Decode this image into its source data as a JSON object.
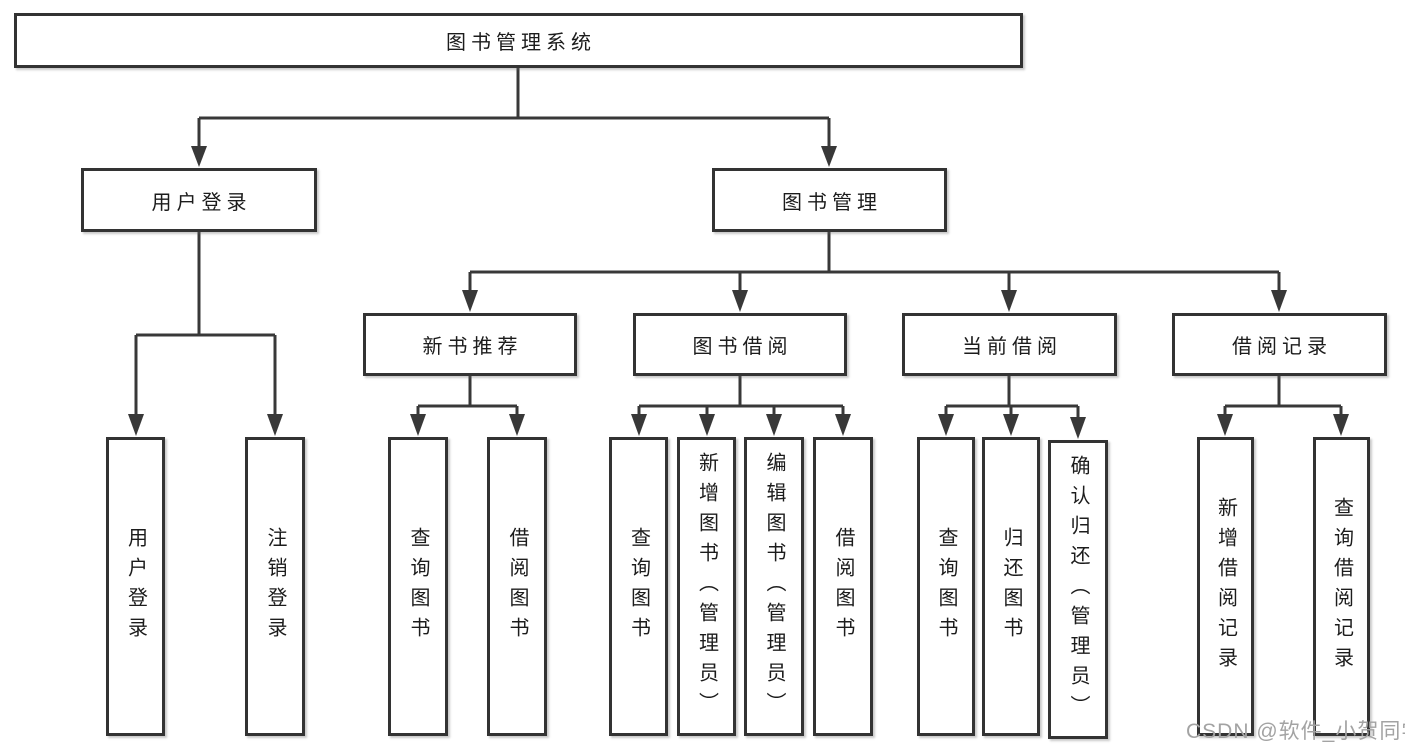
{
  "tree": {
    "label": "图书管理系统",
    "children": [
      {
        "label": "用户登录",
        "children": [
          {
            "label": "用户登录"
          },
          {
            "label": "注销登录"
          }
        ]
      },
      {
        "label": "图书管理",
        "children": [
          {
            "label": "新书推荐",
            "children": [
              {
                "label": "查询图书"
              },
              {
                "label": "借阅图书"
              }
            ]
          },
          {
            "label": "图书借阅",
            "children": [
              {
                "label": "查询图书"
              },
              {
                "label": "新增图书（管理员）"
              },
              {
                "label": "编辑图书（管理员）"
              },
              {
                "label": "借阅图书"
              }
            ]
          },
          {
            "label": "当前借阅",
            "children": [
              {
                "label": "查询图书"
              },
              {
                "label": "归还图书"
              },
              {
                "label": "确认归还（管理员）"
              }
            ]
          },
          {
            "label": "借阅记录",
            "children": [
              {
                "label": "新增借阅记录"
              },
              {
                "label": "查询借阅记录"
              }
            ]
          }
        ]
      }
    ]
  },
  "watermark": {
    "text": "CSDN @软件_小贺同学"
  },
  "colors": {
    "line": "#383838",
    "box_border": "#333333",
    "text": "#1c1c1c",
    "watermark": "#a3a3a3",
    "background": "#ffffff"
  }
}
